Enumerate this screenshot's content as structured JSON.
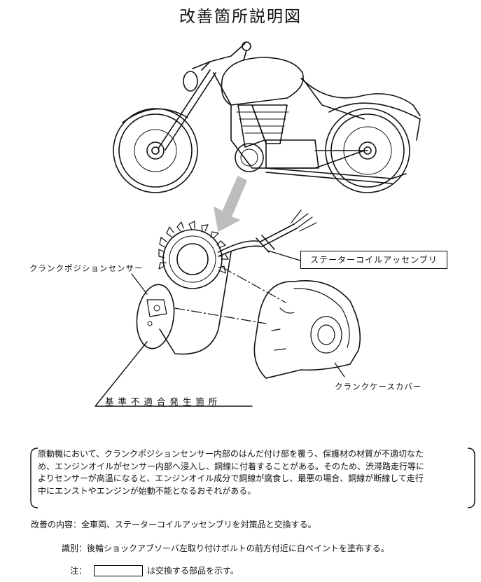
{
  "title": "改善箇所説明図",
  "labels": {
    "stator_coil_assembly": "ステーターコイルアッセンブリ",
    "crank_position_sensor": "クランクポジションセンサー",
    "crankcase_cover": "クランクケースカバー",
    "nonconformity_location": "基 準 不 適 合 発 生 箇 所"
  },
  "description": [
    "原動機において、クランクポジションセンサー内部のはんだ付け部を覆う、保護材の材質が不適切なた",
    "め、エンジンオイルがセンサー内部へ浸入し、銅線に付着することがある。そのため、渋滞路走行等に",
    "よりセンサーが高温になると、エンジンオイル成分で銅線が腐食し、最悪の場合、銅線が断線して走行",
    "中にエンストやエンジンが始動不能となるおそれがある。"
  ],
  "improvement": "改善の内容：全車両、ステーターコイルアッセンブリを対策品と交換する。",
  "identification": "識別：後輪ショックアブソーバ左取り付けボルトの前方付近に白ペイントを塗布する。",
  "note": {
    "prefix": "注：",
    "suffix": "は交換する部品を示す。"
  }
}
